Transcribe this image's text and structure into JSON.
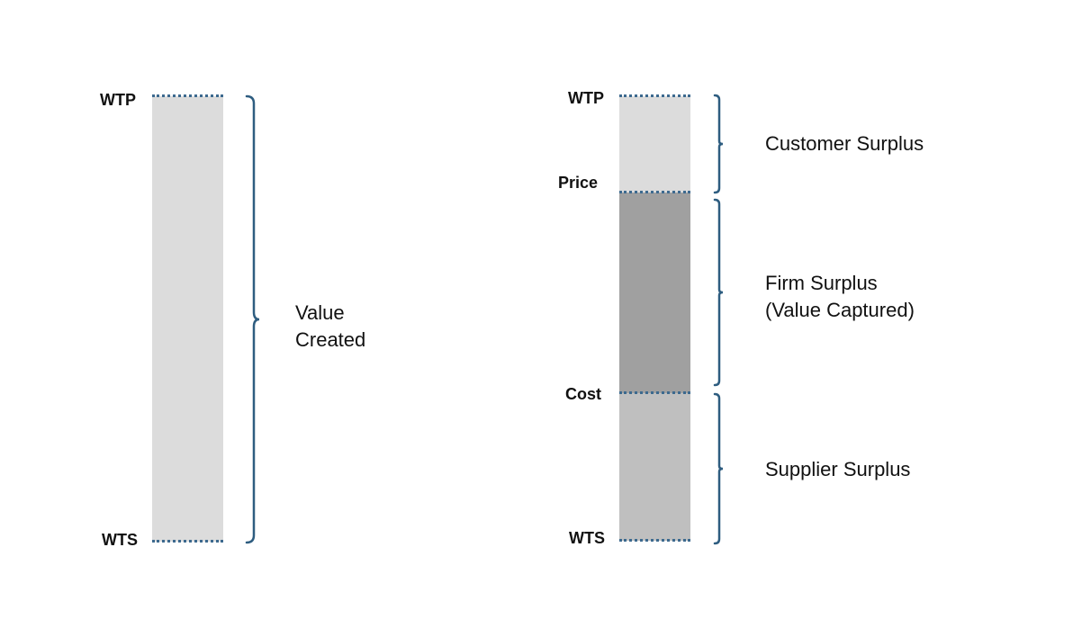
{
  "left_panel": {
    "top_marker": "WTP",
    "bottom_marker": "WTS",
    "bracket_label_line1": "Value",
    "bracket_label_line2": "Created"
  },
  "right_panel": {
    "top_marker": "WTP",
    "price_marker": "Price",
    "cost_marker": "Cost",
    "bottom_marker": "WTS",
    "customer_surplus_label": "Customer Surplus",
    "firm_surplus_label_line1": "Firm Surplus",
    "firm_surplus_label_line2": "(Value Captured)",
    "supplier_surplus_label": "Supplier Surplus"
  },
  "colors": {
    "value_created_fill": "#dcdcdc",
    "customer_surplus_fill": "#dcdcdc",
    "firm_surplus_fill": "#a0a0a0",
    "supplier_surplus_fill": "#bfbfbf",
    "line_color": "#3d6a8f",
    "text_color": "#111111"
  }
}
